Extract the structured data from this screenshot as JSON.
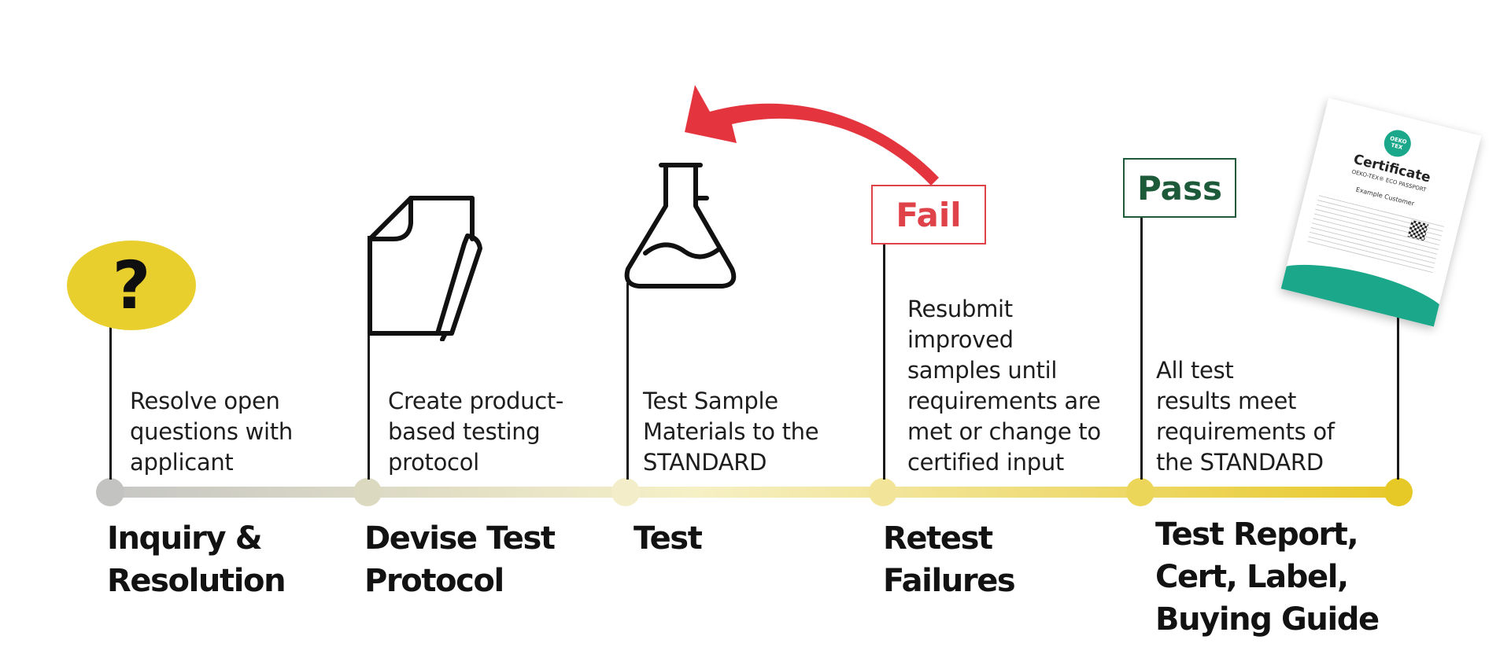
{
  "colors": {
    "timeline_start": "#c6c6c4",
    "timeline_mid": "#f6f0c6",
    "timeline_end": "#e8c92a",
    "question_fill": "#e9cf2e",
    "fail_red": "#e0424a",
    "arrow_red": "#e4343e",
    "pass_green": "#1c5a3a",
    "cert_teal": "#1aa78a"
  },
  "icons": [
    "question-mark-icon",
    "document-pen-icon",
    "flask-icon",
    "certificate-image"
  ],
  "steps": [
    {
      "title_line1": "Inquiry &",
      "title_line2": "Resolution",
      "desc": [
        "Resolve open",
        "questions with",
        "applicant"
      ]
    },
    {
      "title_line1": "Devise Test",
      "title_line2": "Protocol",
      "desc": [
        "Create product-",
        "based testing",
        "protocol"
      ]
    },
    {
      "title_line1": "Test",
      "desc": [
        "Test Sample",
        "Materials to the",
        "STANDARD"
      ]
    },
    {
      "title_line1": "Retest",
      "title_line2": "Failures",
      "desc": [
        "Resubmit",
        "improved",
        "samples until",
        "requirements are",
        "met or change to",
        "certified input"
      ]
    },
    {
      "title_line1": "Test Report,",
      "title_line2": "Cert, Label,",
      "title_line3": "Buying Guide",
      "desc": [
        "All test",
        "results meet",
        "requirements of",
        "the STANDARD"
      ]
    }
  ],
  "badges": {
    "fail": "Fail",
    "pass": "Pass"
  },
  "question_symbol": "?",
  "certificate": {
    "logo": "OEKO TEX",
    "heading": "Certificate",
    "sub": "OEKO-TEX® ECO PASSPORT",
    "customer": "Example Customer"
  }
}
